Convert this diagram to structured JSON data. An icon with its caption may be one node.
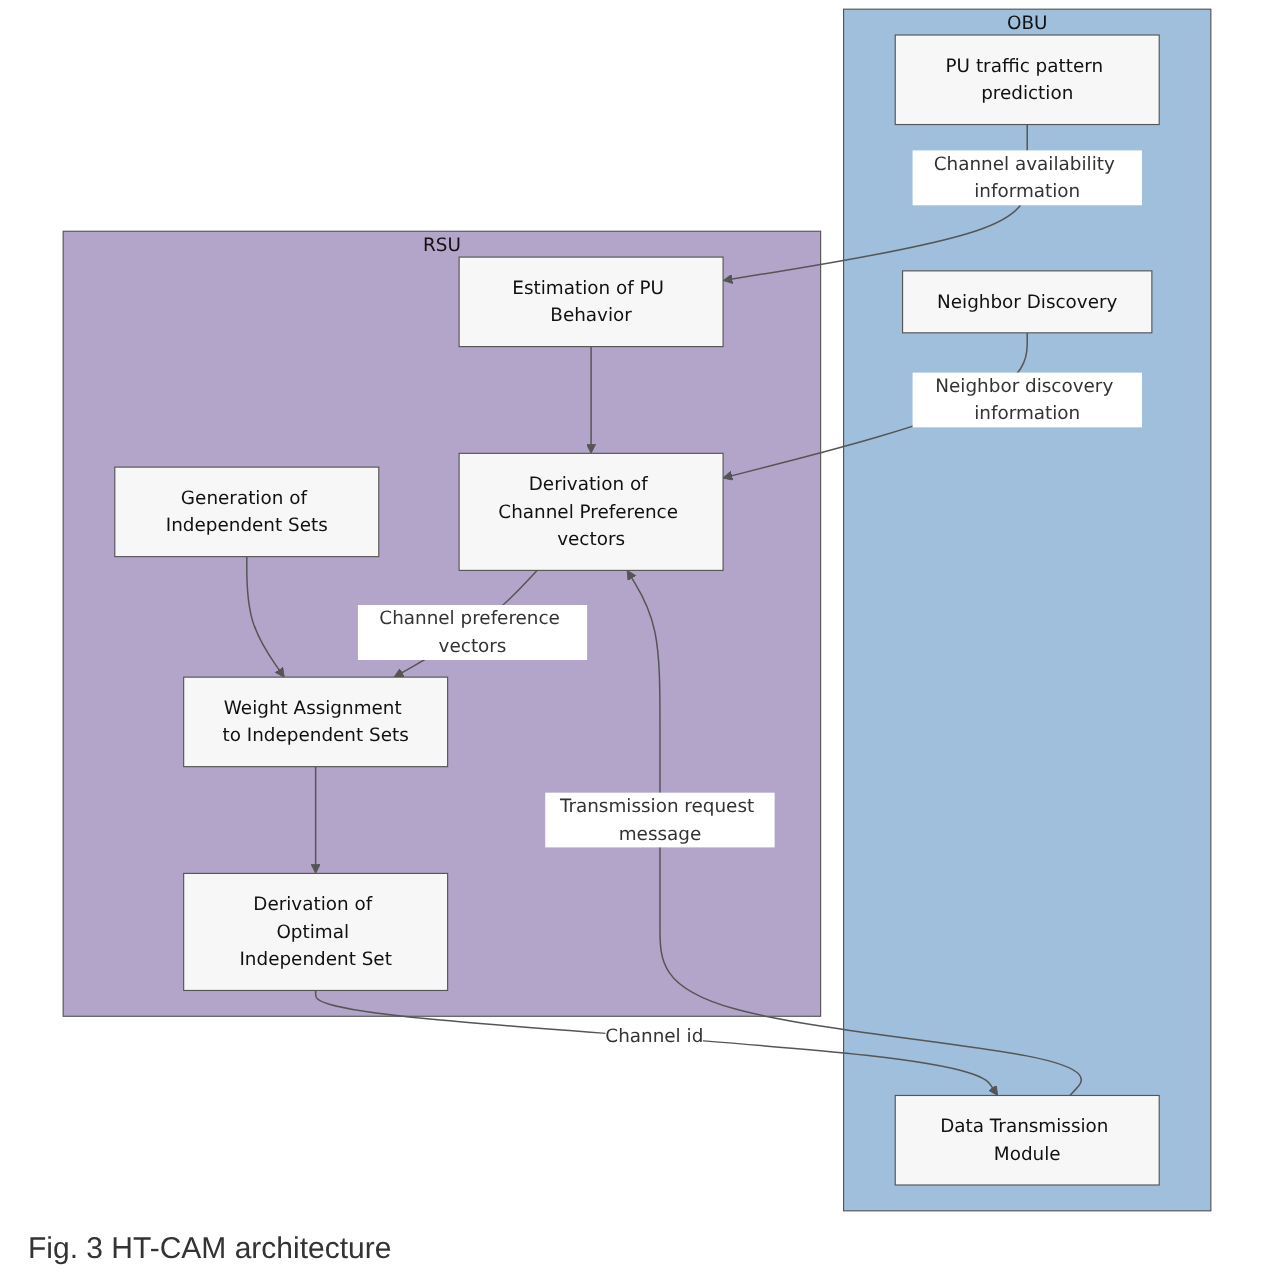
{
  "diagram": {
    "caption": "Fig. 3 HT-CAM architecture",
    "nodes": [
      {
        "text": [
          "OBU"
        ]
      },
      {
        "text": [
          "RSU"
        ]
      },
      {
        "text": [
          "PU traffic pattern prediction"
        ],
        "in": 0
      },
      {
        "text": [
          "Neighbor Discovery"
        ],
        "in": 0
      },
      {
        "text": [
          "Data Transmission Module"
        ],
        "in": 0
      },
      {
        "text": [
          "Estimation of PU Behavior"
        ],
        "in": 1
      },
      {
        "text": [
          "Derivation of Channel Preference vectors"
        ],
        "in": 1
      },
      {
        "text": [
          "Generation of Independent Sets"
        ],
        "in": 1
      },
      {
        "text": [
          "Weight Assignment to Independent Sets"
        ],
        "in": 1
      },
      {
        "text": [
          "Derivation of Optimal Independent Set"
        ],
        "in": 1
      }
    ],
    "edges": [
      {
        "from": 2,
        "to": 5,
        "arrow": "to",
        "label": "Channel availability information"
      },
      {
        "from": 3,
        "to": 6,
        "arrow": "to",
        "label": "Neighbor discovery information"
      },
      {
        "from": 4,
        "to": 6,
        "arrow": "to",
        "label": "Transmission request message"
      },
      {
        "from": 5,
        "to": 6,
        "arrow": "to"
      },
      {
        "from": 6,
        "to": 8,
        "arrow": "to",
        "label": "Channel preference vectors"
      },
      {
        "from": 7,
        "to": 8,
        "arrow": "to"
      },
      {
        "from": 8,
        "to": 9,
        "arrow": "to"
      },
      {
        "from": 9,
        "to": 4,
        "arrow": "to",
        "label": "Channel id"
      }
    ]
  }
}
